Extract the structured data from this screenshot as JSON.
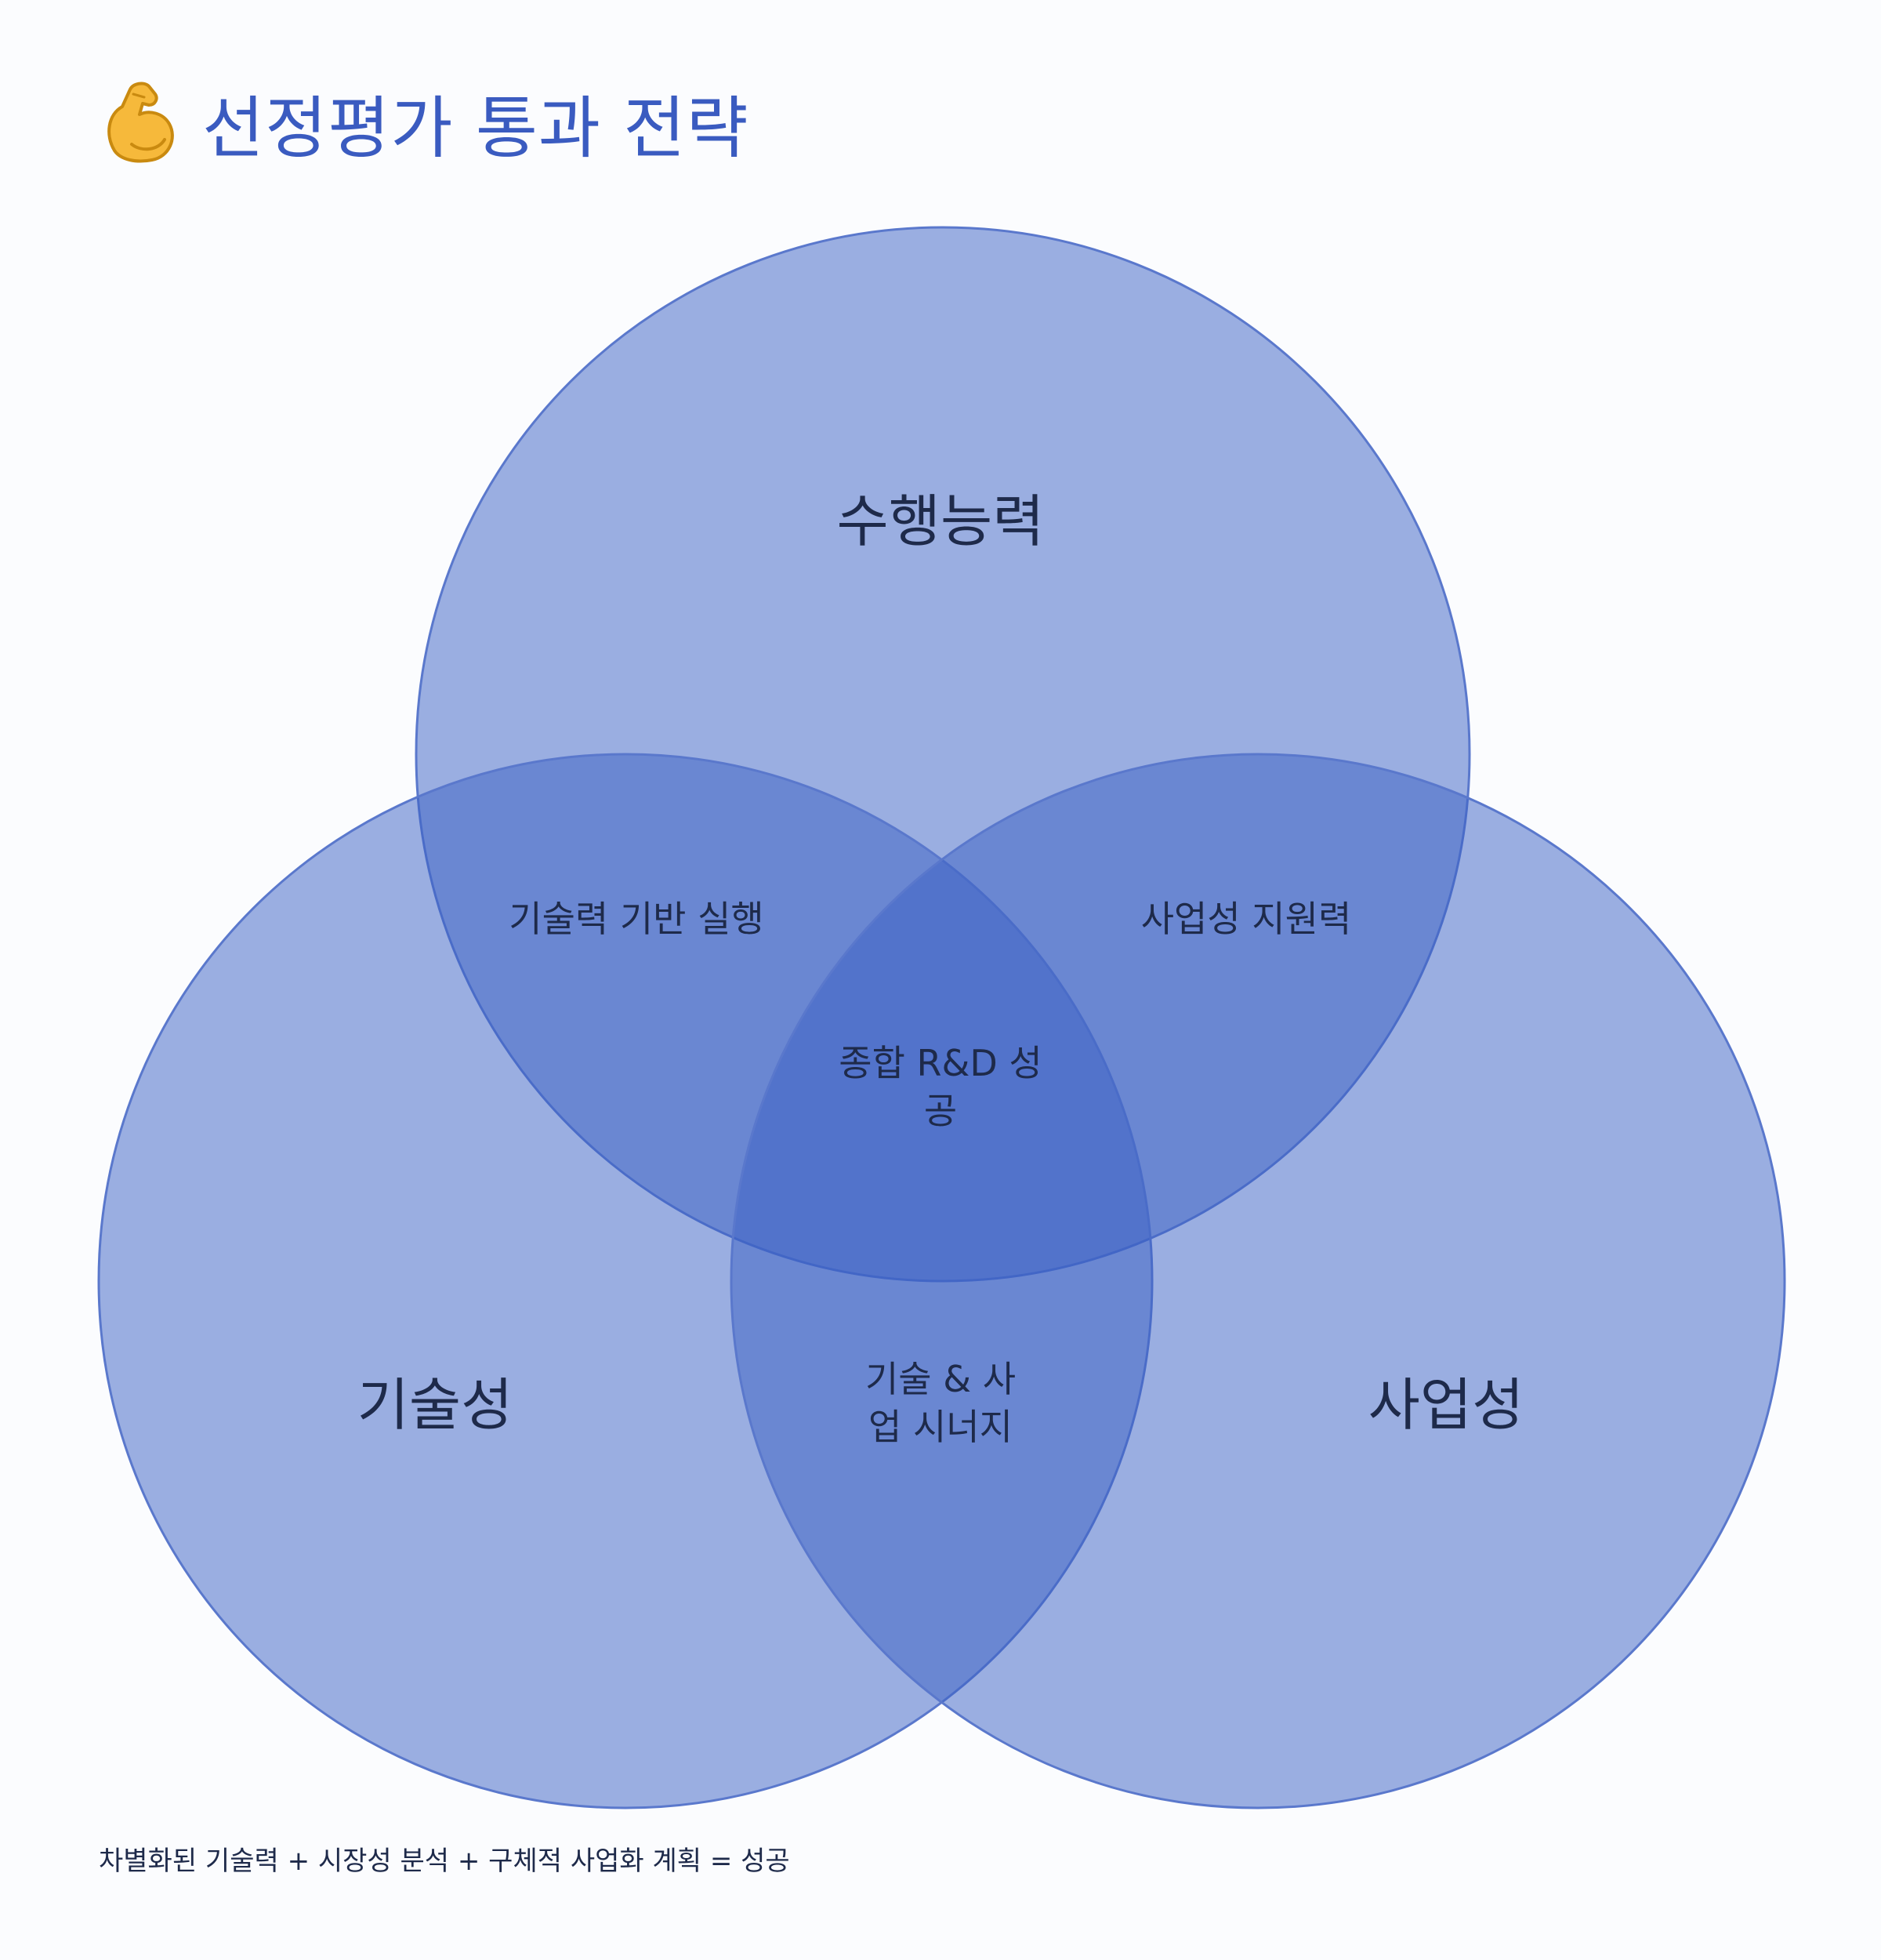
{
  "header": {
    "title": "선정평가 통과 전략",
    "icon": "flexed-biceps-icon"
  },
  "venn": {
    "circle_fill": "#3a5fc4",
    "circle_stroke": "#5a78cc",
    "sets": {
      "top": "수행능력",
      "left": "기술성",
      "right": "사업성"
    },
    "overlaps": {
      "top_left": [
        "기술력 기반 실행"
      ],
      "top_right": [
        "사업성 지원력"
      ],
      "left_right": [
        "기술 & 사",
        "업 시너지"
      ],
      "center": [
        "종합 R&D 성",
        "공"
      ]
    }
  },
  "footer": {
    "note": "차별화된 기술력 + 시장성 분석 + 구체적 사업화 계획 = 성공"
  }
}
